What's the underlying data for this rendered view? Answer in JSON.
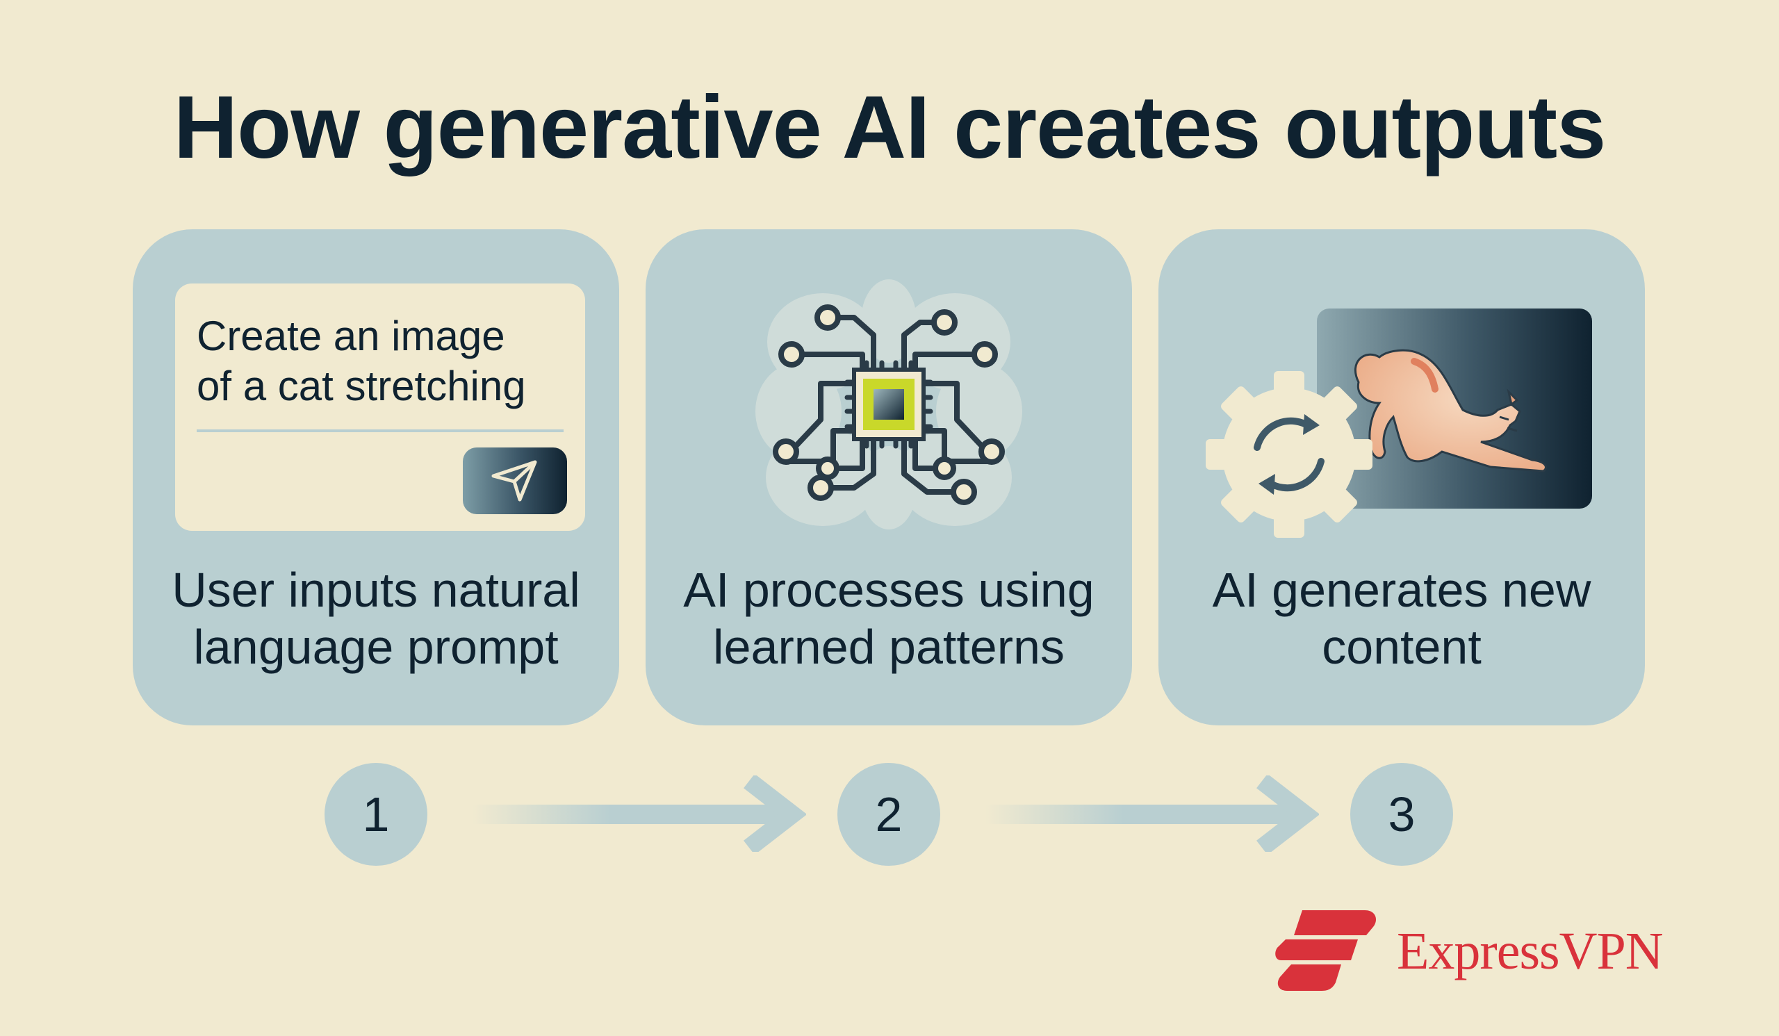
{
  "title": "How generative AI creates outputs",
  "cards": [
    {
      "caption": "User inputs natural\nlanguage prompt",
      "prompt_text": "Create an image\nof a cat stretching",
      "send_icon": "send-icon"
    },
    {
      "caption": "AI processes using\nlearned patterns",
      "illustration": "brain-circuit-chip-icon"
    },
    {
      "caption": "AI generates new\ncontent",
      "illustration": "gear-refresh-and-cat-image"
    }
  ],
  "steps": [
    "1",
    "2",
    "3"
  ],
  "brand": {
    "name": "ExpressVPN",
    "color": "#d9323b"
  },
  "colors": {
    "background": "#f1ead0",
    "card": "#b9cfd1",
    "text": "#0f2230",
    "chip_accent": "#c9d82a"
  }
}
